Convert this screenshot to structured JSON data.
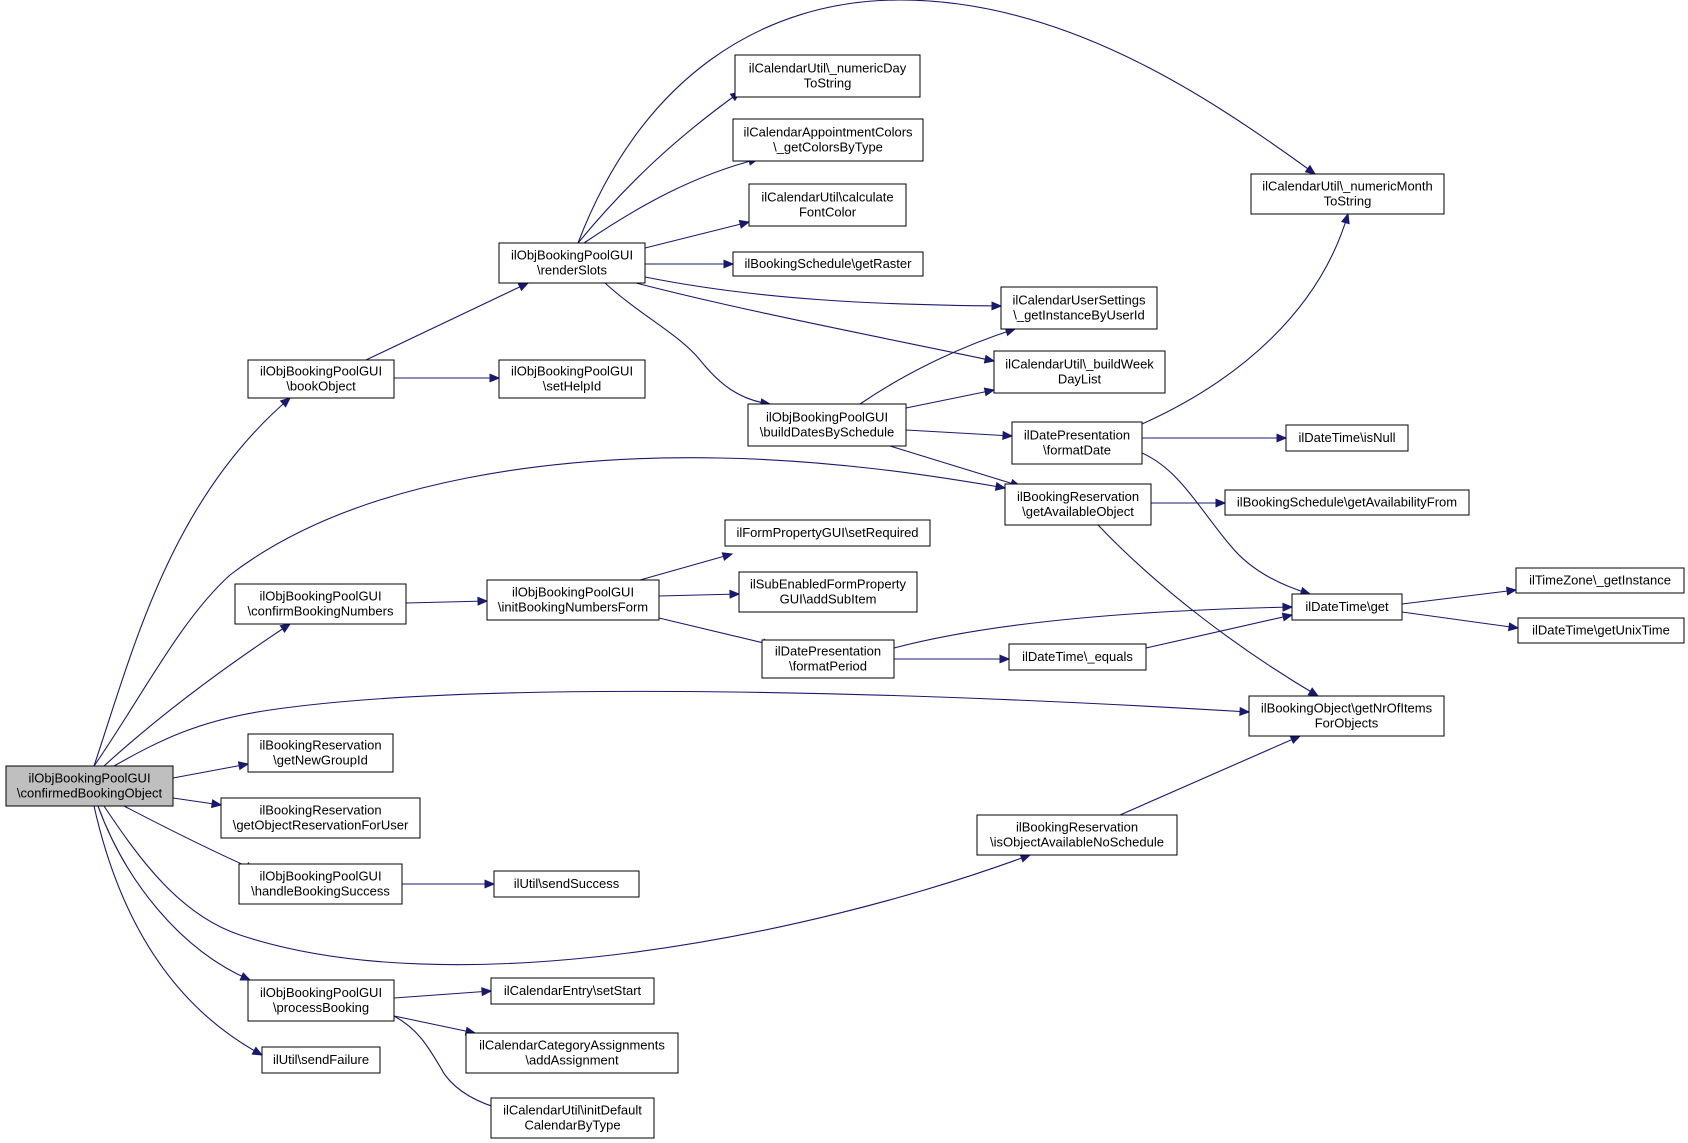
{
  "colors": {
    "edge": "#191970",
    "node_border": "#000000",
    "root_fill": "#bfbfbf",
    "node_fill": "#ffffff"
  },
  "nodes": [
    {
      "id": "root",
      "lines": [
        "ilObjBookingPoolGUI",
        "\\confirmedBookingObject"
      ],
      "root": true
    },
    {
      "id": "bookObject",
      "lines": [
        "ilObjBookingPoolGUI",
        "\\bookObject"
      ]
    },
    {
      "id": "renderSlots",
      "lines": [
        "ilObjBookingPoolGUI",
        "\\renderSlots"
      ]
    },
    {
      "id": "setHelpId",
      "lines": [
        "ilObjBookingPoolGUI",
        "\\setHelpId"
      ]
    },
    {
      "id": "numericDay",
      "lines": [
        "ilCalendarUtil\\_numericDay",
        "ToString"
      ]
    },
    {
      "id": "getColorsByType",
      "lines": [
        "ilCalendarAppointmentColors",
        "\\_getColorsByType"
      ]
    },
    {
      "id": "calcFontColor",
      "lines": [
        "ilCalendarUtil\\calculate",
        "FontColor"
      ]
    },
    {
      "id": "getRaster",
      "lines": [
        "ilBookingSchedule\\getRaster"
      ]
    },
    {
      "id": "numericMonth",
      "lines": [
        "ilCalendarUtil\\_numericMonth",
        "ToString"
      ]
    },
    {
      "id": "getInstanceByUserId",
      "lines": [
        "ilCalendarUserSettings",
        "\\_getInstanceByUserId"
      ]
    },
    {
      "id": "buildWeekDayList",
      "lines": [
        "ilCalendarUtil\\_buildWeek",
        "DayList"
      ]
    },
    {
      "id": "buildDates",
      "lines": [
        "ilObjBookingPoolGUI",
        "\\buildDatesBySchedule"
      ]
    },
    {
      "id": "formatDate",
      "lines": [
        "ilDatePresentation",
        "\\formatDate"
      ]
    },
    {
      "id": "isNull",
      "lines": [
        "ilDateTime\\isNull"
      ]
    },
    {
      "id": "getAvailableObject",
      "lines": [
        "ilBookingReservation",
        "\\getAvailableObject"
      ]
    },
    {
      "id": "getAvailabilityFrom",
      "lines": [
        "ilBookingSchedule\\getAvailabilityFrom"
      ]
    },
    {
      "id": "setRequired",
      "lines": [
        "ilFormPropertyGUI\\setRequired"
      ]
    },
    {
      "id": "confirmBookingNumbers",
      "lines": [
        "ilObjBookingPoolGUI",
        "\\confirmBookingNumbers"
      ]
    },
    {
      "id": "initBookingNumbersForm",
      "lines": [
        "ilObjBookingPoolGUI",
        "\\initBookingNumbersForm"
      ]
    },
    {
      "id": "addSubItem",
      "lines": [
        "ilSubEnabledFormProperty",
        "GUI\\addSubItem"
      ]
    },
    {
      "id": "dtGet",
      "lines": [
        "ilDateTime\\get"
      ]
    },
    {
      "id": "getInstance",
      "lines": [
        "ilTimeZone\\_getInstance"
      ]
    },
    {
      "id": "getUnixTime",
      "lines": [
        "ilDateTime\\getUnixTime"
      ]
    },
    {
      "id": "formatPeriod",
      "lines": [
        "ilDatePresentation",
        "\\formatPeriod"
      ]
    },
    {
      "id": "dtEquals",
      "lines": [
        "ilDateTime\\_equals"
      ]
    },
    {
      "id": "getNrOfItems",
      "lines": [
        "ilBookingObject\\getNrOfItems",
        "ForObjects"
      ]
    },
    {
      "id": "getNewGroupId",
      "lines": [
        "ilBookingReservation",
        "\\getNewGroupId"
      ]
    },
    {
      "id": "getObjectReservationForUser",
      "lines": [
        "ilBookingReservation",
        "\\getObjectReservationForUser"
      ]
    },
    {
      "id": "isObjectAvailableNoSchedule",
      "lines": [
        "ilBookingReservation",
        "\\isObjectAvailableNoSchedule"
      ]
    },
    {
      "id": "handleBookingSuccess",
      "lines": [
        "ilObjBookingPoolGUI",
        "\\handleBookingSuccess"
      ]
    },
    {
      "id": "sendSuccess",
      "lines": [
        "ilUtil\\sendSuccess"
      ]
    },
    {
      "id": "processBooking",
      "lines": [
        "ilObjBookingPoolGUI",
        "\\processBooking"
      ]
    },
    {
      "id": "setStart",
      "lines": [
        "ilCalendarEntry\\setStart"
      ]
    },
    {
      "id": "addAssignment",
      "lines": [
        "ilCalendarCategoryAssignments",
        "\\addAssignment"
      ]
    },
    {
      "id": "sendFailure",
      "lines": [
        "ilUtil\\sendFailure"
      ]
    },
    {
      "id": "initDefaultCalendar",
      "lines": [
        "ilCalendarUtil\\initDefault",
        "CalendarByType"
      ]
    }
  ]
}
